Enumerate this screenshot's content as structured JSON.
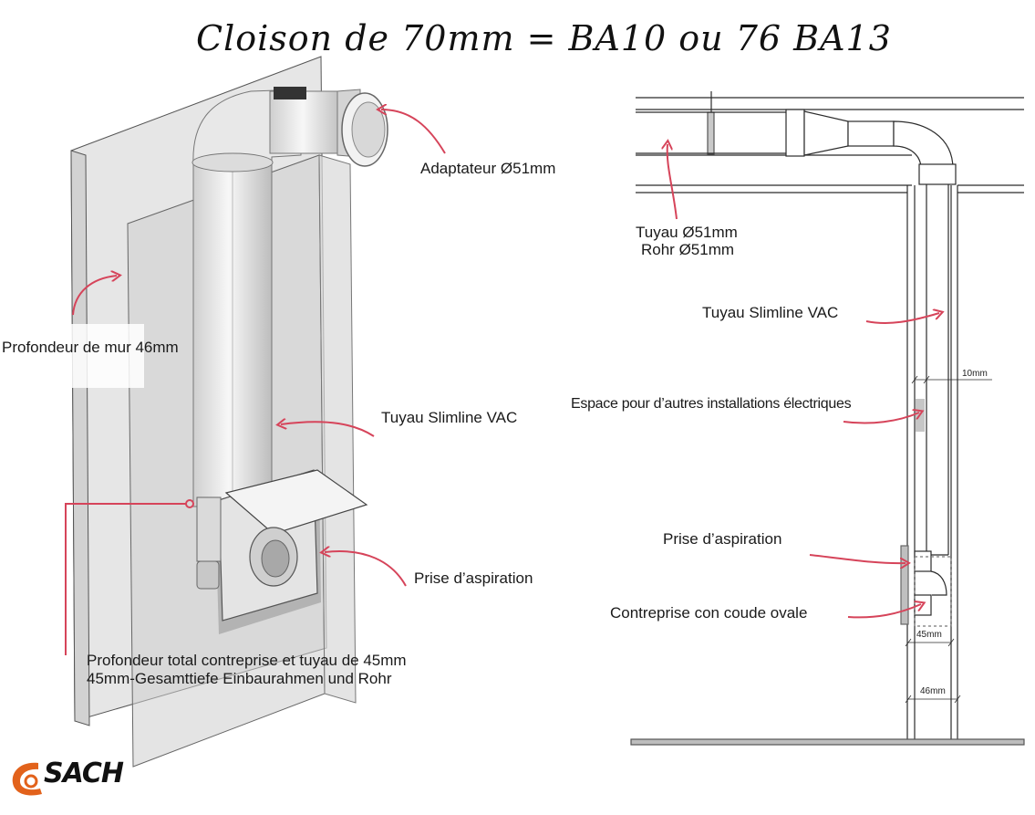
{
  "title": "Cloison de 70mm = BA10 ou 76 BA13",
  "colors": {
    "arrow": "#d6445a",
    "line": "#2b2b2b",
    "panel": "#dcdcdc",
    "panel_dark": "#c9c9c9"
  },
  "left_labels": {
    "adapter": "Adaptateur Ø51mm",
    "wall_depth": "Profondeur de mur 46mm",
    "slimline": "Tuyau Slimline VAC",
    "inlet": "Prise d’aspiration",
    "total_depth_fr": "Profondeur total contreprise et tuyau de 45mm",
    "total_depth_de": "45mm-Gesamttiefe Einbaurahmen und Rohr"
  },
  "right_labels": {
    "pipe_fr": "Tuyau Ø51mm",
    "pipe_de": "Rohr Ø51mm",
    "slimline": "Tuyau Slimline VAC",
    "space": "Espace pour d’autres installations électriques",
    "inlet": "Prise d’aspiration",
    "bracket": "Contreprise con coude ovale",
    "dim_10": "10mm",
    "dim_45": "45mm",
    "dim_46": "46mm"
  },
  "logo": {
    "text": "SACH",
    "icon": "sach-logo-icon"
  }
}
